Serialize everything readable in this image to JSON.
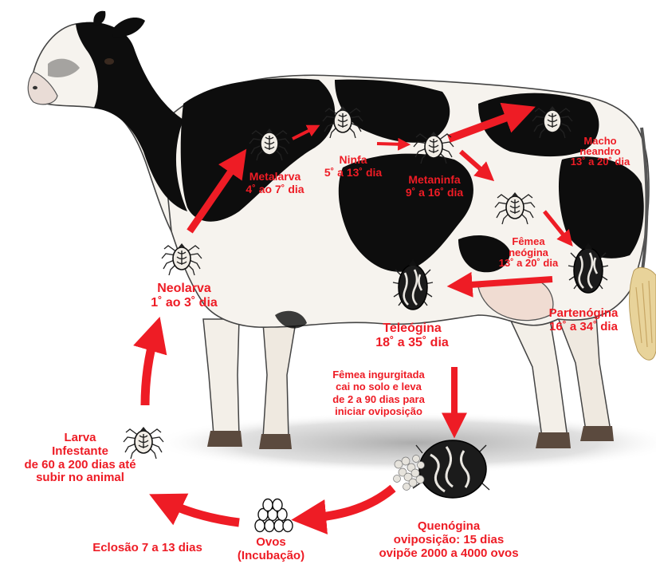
{
  "colors": {
    "accent": "#ee1c25",
    "cow_spot": "#0d0d0d",
    "cow_body": "#f6f3ee",
    "shadow": "#cfcfcf",
    "tail": "#e8d39a"
  },
  "stages": {
    "neolarva": {
      "name": "Neolarva",
      "time": "1˚ ao 3˚ dia"
    },
    "metalarva": {
      "name": "Metalarva",
      "time": "4˚ ao 7˚ dia"
    },
    "ninfa": {
      "name": "Ninfa",
      "time": "5˚ a 13˚ dia"
    },
    "metaninfa": {
      "name": "Metaninfa",
      "time": "9˚ a 16˚ dia"
    },
    "macho": {
      "name1": "Macho",
      "name2": "neandro",
      "time": "13˚ a 20˚ dia"
    },
    "femea": {
      "name1": "Fêmea",
      "name2": "neógina",
      "time": "13˚ a 20˚ dia"
    },
    "partenogina": {
      "name": "Partenógina",
      "time": "16˚ a 34˚ dia"
    },
    "teleogina": {
      "name": "Teleógina",
      "time": "18˚ a 35˚ dia"
    },
    "queda": {
      "line1": "Fêmea ingurgitada",
      "line2": "cai no solo e leva",
      "line3": "de 2 a 90 dias para",
      "line4": "iniciar oviposição"
    },
    "quenogina": {
      "name": "Quenógina",
      "line2": "oviposição: 15 dias",
      "line3": "ovipõe 2000 a 4000 ovos"
    },
    "ovos": {
      "name": "Ovos",
      "sub": "(Incubação)"
    },
    "eclosao": {
      "text": "Eclosão 7 a 13 dias"
    },
    "larva": {
      "line1": "Larva",
      "line2": "Infestante",
      "line3": "de 60 a 200 dias até",
      "line4": "subir no animal"
    }
  },
  "icons": [
    "cow-illustration",
    "larva-tick-icon",
    "nymph-tick-icon",
    "male-tick-icon",
    "female-tick-icon",
    "engorged-tick-icon",
    "egg-cluster-icon",
    "cycle-arrow-icon"
  ]
}
